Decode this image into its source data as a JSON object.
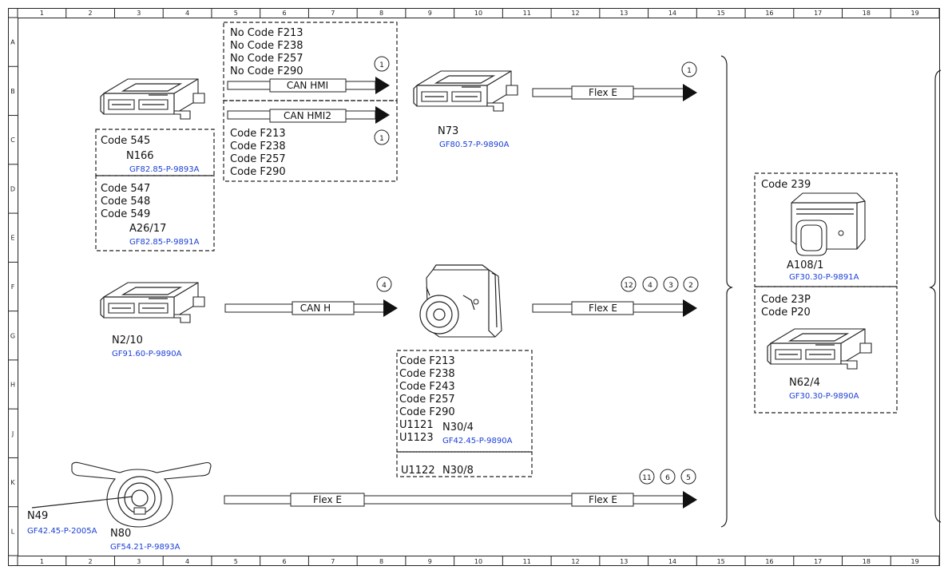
{
  "ruler": {
    "columns": [
      "1",
      "2",
      "3",
      "4",
      "5",
      "6",
      "7",
      "8",
      "9",
      "10",
      "11",
      "12",
      "13",
      "14",
      "15",
      "16",
      "17",
      "18",
      "19"
    ],
    "rows": [
      "A",
      "B",
      "C",
      "D",
      "E",
      "F",
      "G",
      "H",
      "J",
      "K",
      "L"
    ]
  },
  "top_box": {
    "no_codes": [
      "No Code F213",
      "No Code F238",
      "No Code F257",
      "No Code F290"
    ],
    "codes": [
      "Code F213",
      "Code F238",
      "Code F257",
      "Code F290"
    ]
  },
  "buses": {
    "can_hmi": "CAN HMI",
    "can_hmi2": "CAN HMI2",
    "flex_e_top": "Flex E",
    "can_h": "CAN H",
    "flex_e_mid": "Flex E",
    "flex_e_bottom_a": "Flex E",
    "flex_e_bottom_b": "Flex E"
  },
  "markers": {
    "can_hmi": "1",
    "can_hmi2": "1",
    "flex_top": "1",
    "can_h": "4",
    "flex_mid": [
      "12",
      "4",
      "3",
      "2"
    ],
    "flex_bottom": [
      "11",
      "6",
      "5"
    ]
  },
  "n166_box": {
    "codes_a": [
      "Code 545"
    ],
    "name_a": "N166",
    "ref_a": "GF82.85-P-9893A",
    "codes_b": [
      "Code 547",
      "Code 548",
      "Code 549"
    ],
    "name_b": "A26/17",
    "ref_b": "GF82.85-P-9891A"
  },
  "n73": {
    "name": "N73",
    "ref": "GF80.57-P-9890A"
  },
  "n2_10": {
    "name": "N2/10",
    "ref": "GF91.60-P-9890A"
  },
  "n30_box": {
    "codes": [
      "Code F213",
      "Code F238",
      "Code F243",
      "Code F257",
      "Code F290",
      "U1121",
      "U1123"
    ],
    "name": "N30/4",
    "ref": "GF42.45-P-9890A",
    "lower_code": "U1122",
    "lower_name": "N30/8"
  },
  "steering": {
    "n49": "N49",
    "n49_ref": "GF42.45-P-2005A",
    "n80": "N80",
    "n80_ref": "GF54.21-P-9893A"
  },
  "right_box": {
    "code_a": "Code 239",
    "name_a": "A108/1",
    "ref_a": "GF30.30-P-9891A",
    "codes_b": [
      "Code 23P",
      "Code P20"
    ],
    "name_b": "N62/4",
    "ref_b": "GF30.30-P-9890A"
  }
}
